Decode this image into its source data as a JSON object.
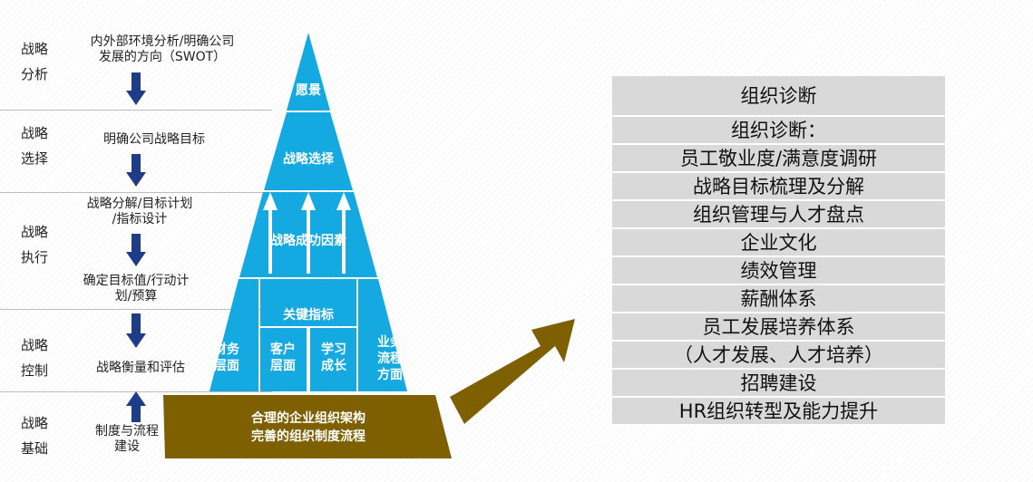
{
  "stages": [
    {
      "label_line1": "战略",
      "label_line2": "分析"
    },
    {
      "label_line1": "战略",
      "label_line2": "选择"
    },
    {
      "label_line1": "战略",
      "label_line2": "执行"
    },
    {
      "label_line1": "战略",
      "label_line2": "控制"
    },
    {
      "label_line1": "战略",
      "label_line2": "基础"
    }
  ],
  "steps": [
    {
      "line1": "内外部环境分析/明确公司",
      "line2": "发展的方向（SWOT）"
    },
    {
      "line1": "明确公司战略目标",
      "line2": ""
    },
    {
      "line1": "战略分解/目标计划",
      "line2": "/指标设计"
    },
    {
      "line1": "确定目标值/行动计",
      "line2": "划/预算"
    },
    {
      "line1": "战略衡量和评估",
      "line2": ""
    },
    {
      "line1": "制度与流程",
      "line2": "建设"
    }
  ],
  "pyramid": {
    "vision": "愿景",
    "strategy_choice": "战略选择",
    "success_factors": "战略成功因素",
    "kpi": "关键指标",
    "finance_1": "财务",
    "finance_2": "层面",
    "customer_1": "客户",
    "customer_2": "层面",
    "learning_1": "学习",
    "learning_2": "成长",
    "process_1": "业务",
    "process_2": "流程",
    "process_3": "方面",
    "base_1": "合理的企业组织架构",
    "base_2": "完善的组织制度流程"
  },
  "colors": {
    "pyramid_blue": "#14a9e1",
    "base_brown": "#7f6000",
    "stage_arrow": "#1f3c88",
    "panel_gray": "#d9d9d9"
  },
  "right_panel": {
    "title": "组织诊断",
    "items": [
      "组织诊断：",
      "员工敬业度/满意度调研",
      "战略目标梳理及分解",
      "组织管理与人才盘点",
      "企业文化",
      "绩效管理",
      "薪酬体系",
      "员工发展培养体系",
      "（人才发展、人才培养）",
      "招聘建设",
      "HR组织转型及能力提升"
    ]
  }
}
